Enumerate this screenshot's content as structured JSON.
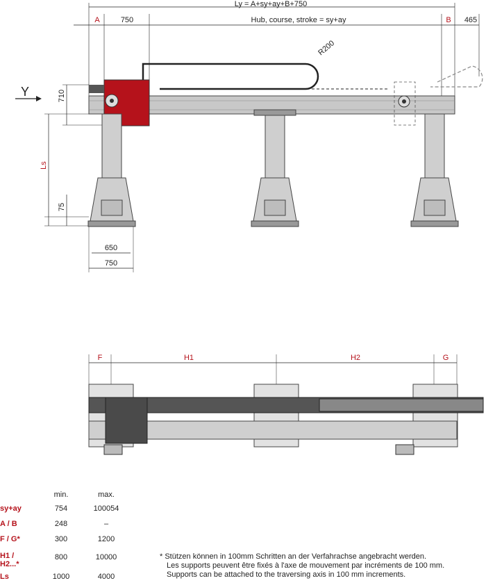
{
  "top_view": {
    "ly_formula": "Ly = A+sy+ay+B+750",
    "dim_A": "A",
    "dim_750_top": "750",
    "stroke_label": "Hub, course, stroke = sy+ay",
    "dim_B": "B",
    "dim_465": "465",
    "radius": "R200",
    "axis": "Y",
    "dim_710": "710",
    "dim_Ls": "Ls",
    "dim_75": "75",
    "dim_650": "650",
    "dim_750_bottom": "750"
  },
  "plan_view": {
    "dim_F": "F",
    "dim_H1": "H1",
    "dim_H2": "H2",
    "dim_G": "G"
  },
  "table": {
    "header_min": "min.",
    "header_max": "max.",
    "rows": [
      {
        "label": "sy+ay",
        "min": "754",
        "max": "100054"
      },
      {
        "label": "A / B",
        "min": "248",
        "max": "–"
      },
      {
        "label": "F / G*",
        "min": "300",
        "max": "1200"
      },
      {
        "label": "H1 / H2...*",
        "min": "800",
        "max": "10000"
      },
      {
        "label": "Ls",
        "min": "1000",
        "max": "4000"
      }
    ]
  },
  "footnote": {
    "de": "* Stützen können in 100mm Schritten an der Verfahrachse angebracht werden.",
    "fr": "Les supports peuvent être fixés à l'axe de mouvement par incréments de 100 mm.",
    "en": "Supports can be attached to the traversing axis in 100 mm increments."
  },
  "colors": {
    "accent": "#b5121b",
    "metal": "#c8c8c8",
    "dark": "#4a4a4a"
  }
}
